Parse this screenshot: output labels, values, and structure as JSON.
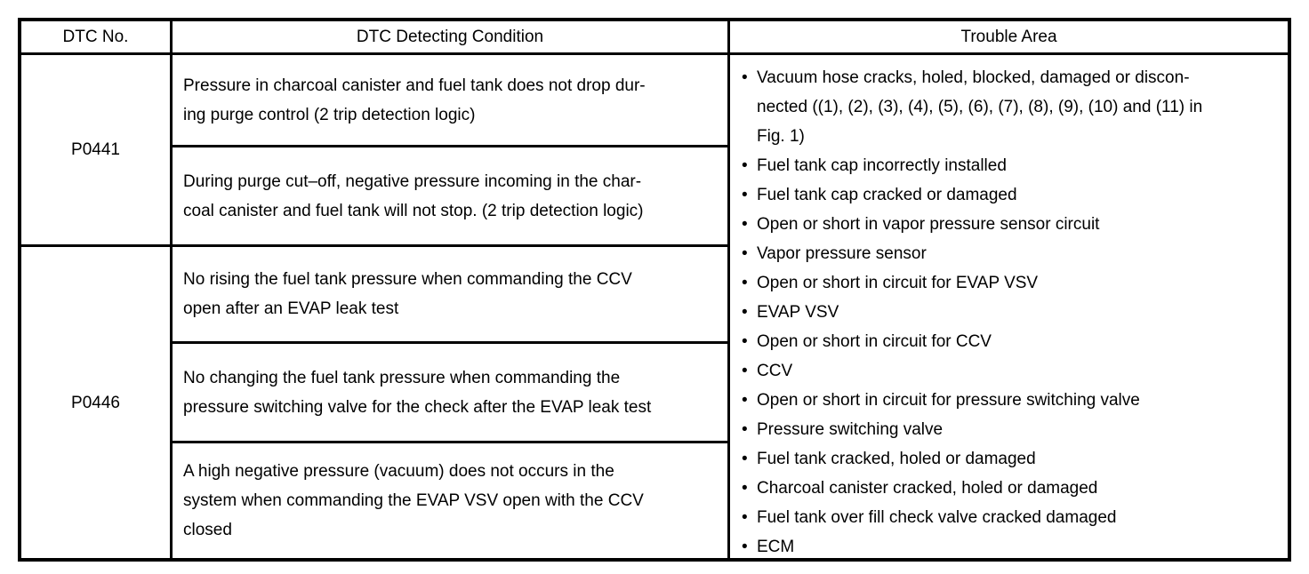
{
  "glyphs": {
    "bullet": "•"
  },
  "colors": {
    "border": "#000000",
    "text": "#000000",
    "background": "#ffffff"
  },
  "table": {
    "headers": {
      "dtc_no": "DTC No.",
      "detecting_condition": "DTC Detecting Condition",
      "trouble_area": "Trouble Area"
    },
    "dtc_rows": [
      {
        "dtc_no": "P0441",
        "conditions": [
          [
            "Pressure in charcoal canister and fuel tank does not drop dur-",
            "ing purge control (2 trip detection logic)"
          ],
          [
            "During purge cut–off, negative pressure incoming in the char-",
            "coal canister and fuel tank will not stop. (2 trip detection logic)"
          ]
        ]
      },
      {
        "dtc_no": "P0446",
        "conditions": [
          [
            "No rising the fuel tank pressure when commanding the CCV",
            "open after an EVAP leak test"
          ],
          [
            "No changing the fuel tank pressure when commanding the",
            "pressure switching valve for the check after the EVAP leak test"
          ],
          [
            "A high negative pressure (vacuum) does not occurs in the",
            "system when commanding the EVAP VSV open with the CCV",
            "closed"
          ]
        ]
      }
    ],
    "trouble_area_items": [
      [
        "Vacuum hose cracks, holed, blocked, damaged or discon-",
        "nected ((1), (2), (3), (4), (5), (6), (7), (8), (9), (10) and (11) in",
        "Fig. 1)"
      ],
      "Fuel tank cap incorrectly installed",
      "Fuel tank cap cracked or damaged",
      "Open or short in vapor pressure sensor circuit",
      "Vapor pressure sensor",
      "Open or short in circuit for EVAP VSV",
      "EVAP VSV",
      "Open or short in circuit for CCV",
      "CCV",
      "Open or short in circuit for pressure switching valve",
      "Pressure switching valve",
      "Fuel tank cracked, holed or damaged",
      "Charcoal canister cracked, holed or damaged",
      "Fuel tank over fill check valve cracked damaged",
      "ECM"
    ]
  }
}
